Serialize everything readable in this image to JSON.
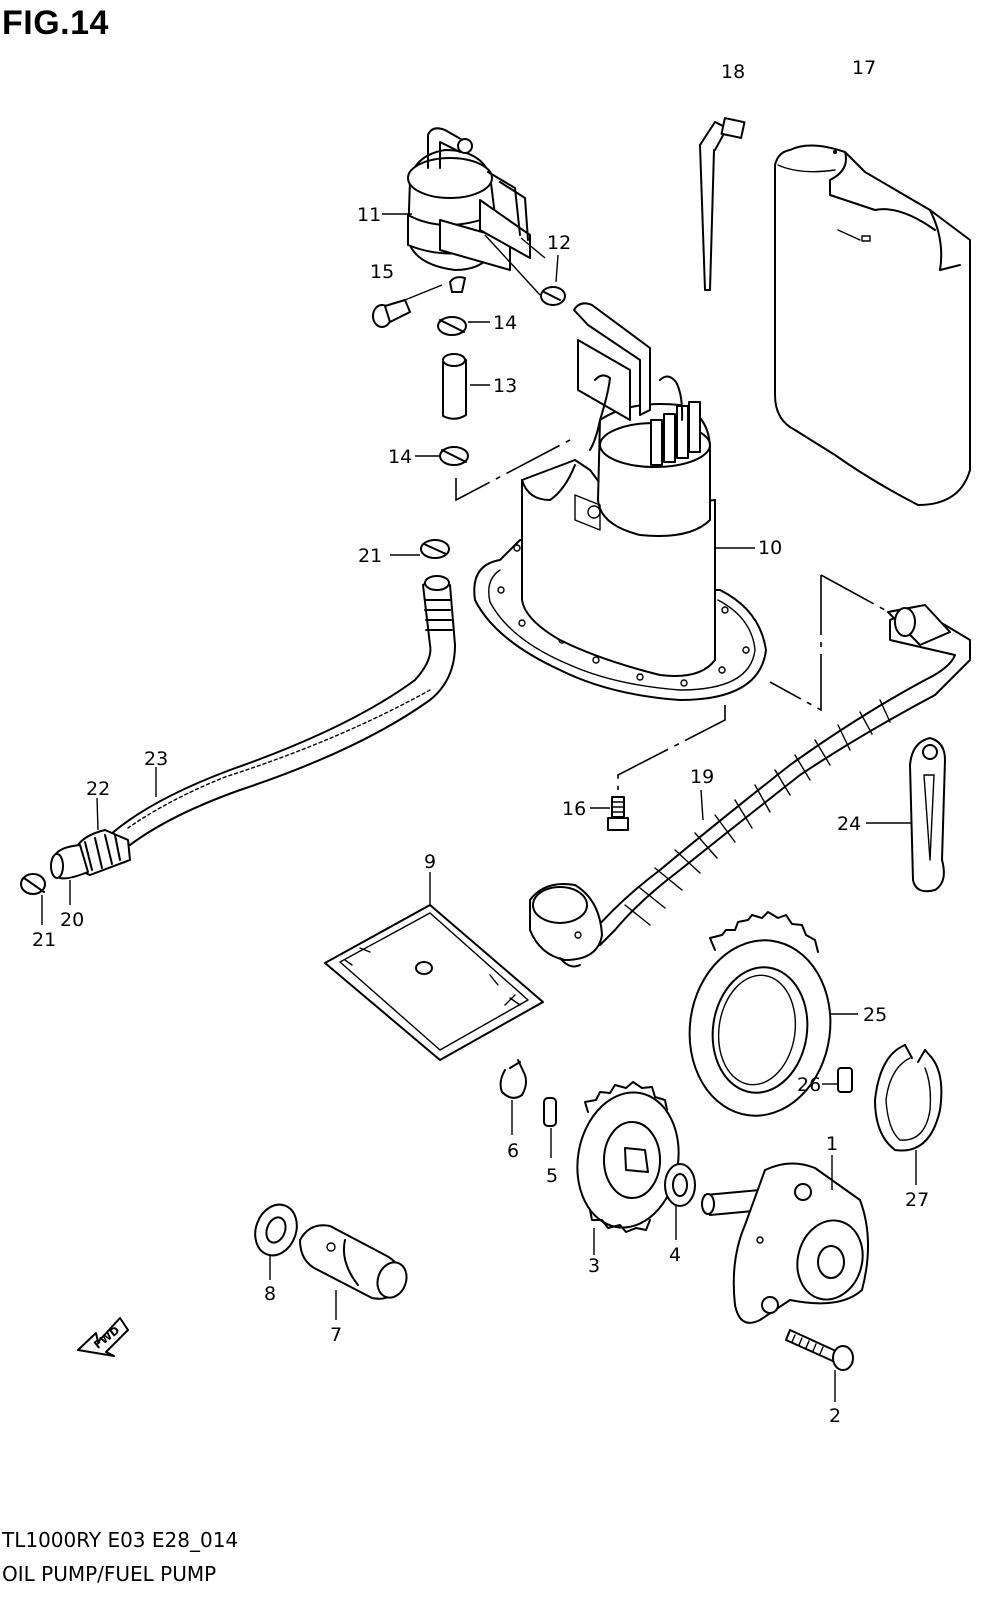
{
  "figure": {
    "title": "FIG.14",
    "model_code": "TL1000RY E03 E28_014",
    "section_title": "OIL PUMP/FUEL PUMP",
    "direction_label": "FWD"
  },
  "callouts": [
    {
      "id": "1",
      "part": "oil-pump-body"
    },
    {
      "id": "2",
      "part": "screw"
    },
    {
      "id": "3",
      "part": "driven-gear"
    },
    {
      "id": "4",
      "part": "washer"
    },
    {
      "id": "5",
      "part": "pin"
    },
    {
      "id": "6",
      "part": "circlip"
    },
    {
      "id": "7",
      "part": "shaft"
    },
    {
      "id": "8",
      "part": "washer"
    },
    {
      "id": "9",
      "part": "gasket"
    },
    {
      "id": "10",
      "part": "fuel-pump-assembly"
    },
    {
      "id": "11",
      "part": "fuel-filter"
    },
    {
      "id": "12",
      "part": "clamp"
    },
    {
      "id": "13",
      "part": "hose"
    },
    {
      "id": "14",
      "part": "clamp"
    },
    {
      "id": "15",
      "part": "bolt"
    },
    {
      "id": "16",
      "part": "bolt"
    },
    {
      "id": "17",
      "part": "cover"
    },
    {
      "id": "18",
      "part": "clamp"
    },
    {
      "id": "19",
      "part": "hose"
    },
    {
      "id": "20",
      "part": "hose"
    },
    {
      "id": "21",
      "part": "clamp"
    },
    {
      "id": "22",
      "part": "cover"
    },
    {
      "id": "23",
      "part": "hose"
    },
    {
      "id": "24",
      "part": "clamp"
    },
    {
      "id": "25",
      "part": "gear"
    },
    {
      "id": "26",
      "part": "pin"
    },
    {
      "id": "27",
      "part": "circlip"
    }
  ]
}
